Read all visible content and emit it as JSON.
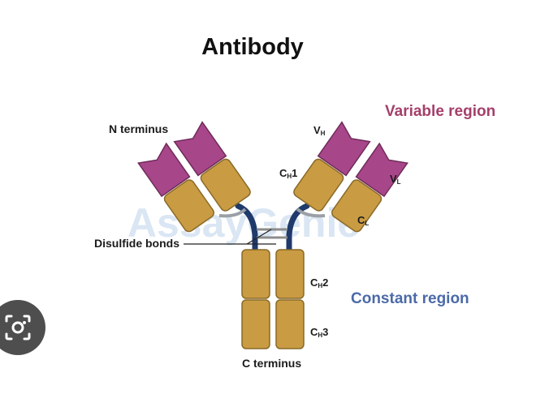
{
  "title": "Antibody",
  "regions": {
    "variable": "Variable region",
    "constant": "Constant region"
  },
  "labels": {
    "n_terminus": "N terminus",
    "c_terminus": "C terminus",
    "disulfide_bonds": "Disulfide bonds",
    "vh": {
      "base": "V",
      "sub": "H"
    },
    "vl": {
      "base": "V",
      "sub": "L"
    },
    "ch1": {
      "base": "C",
      "sub": "H",
      "suffix": "1"
    },
    "cl": {
      "base": "C",
      "sub": "L"
    },
    "ch2": {
      "base": "C",
      "sub": "H",
      "suffix": "2"
    },
    "ch3": {
      "base": "C",
      "sub": "H",
      "suffix": "3"
    }
  },
  "watermark": "AssayGenie",
  "colors": {
    "variable_domain": "#a8468a",
    "constant_domain": "#c99b43",
    "hinge": "#1f3a6b",
    "disulfide": "#8c8c8c",
    "variable_text": "#a43f6a",
    "constant_text": "#4b6aa8"
  },
  "icons": {
    "lens_button": "camera-search-icon"
  }
}
